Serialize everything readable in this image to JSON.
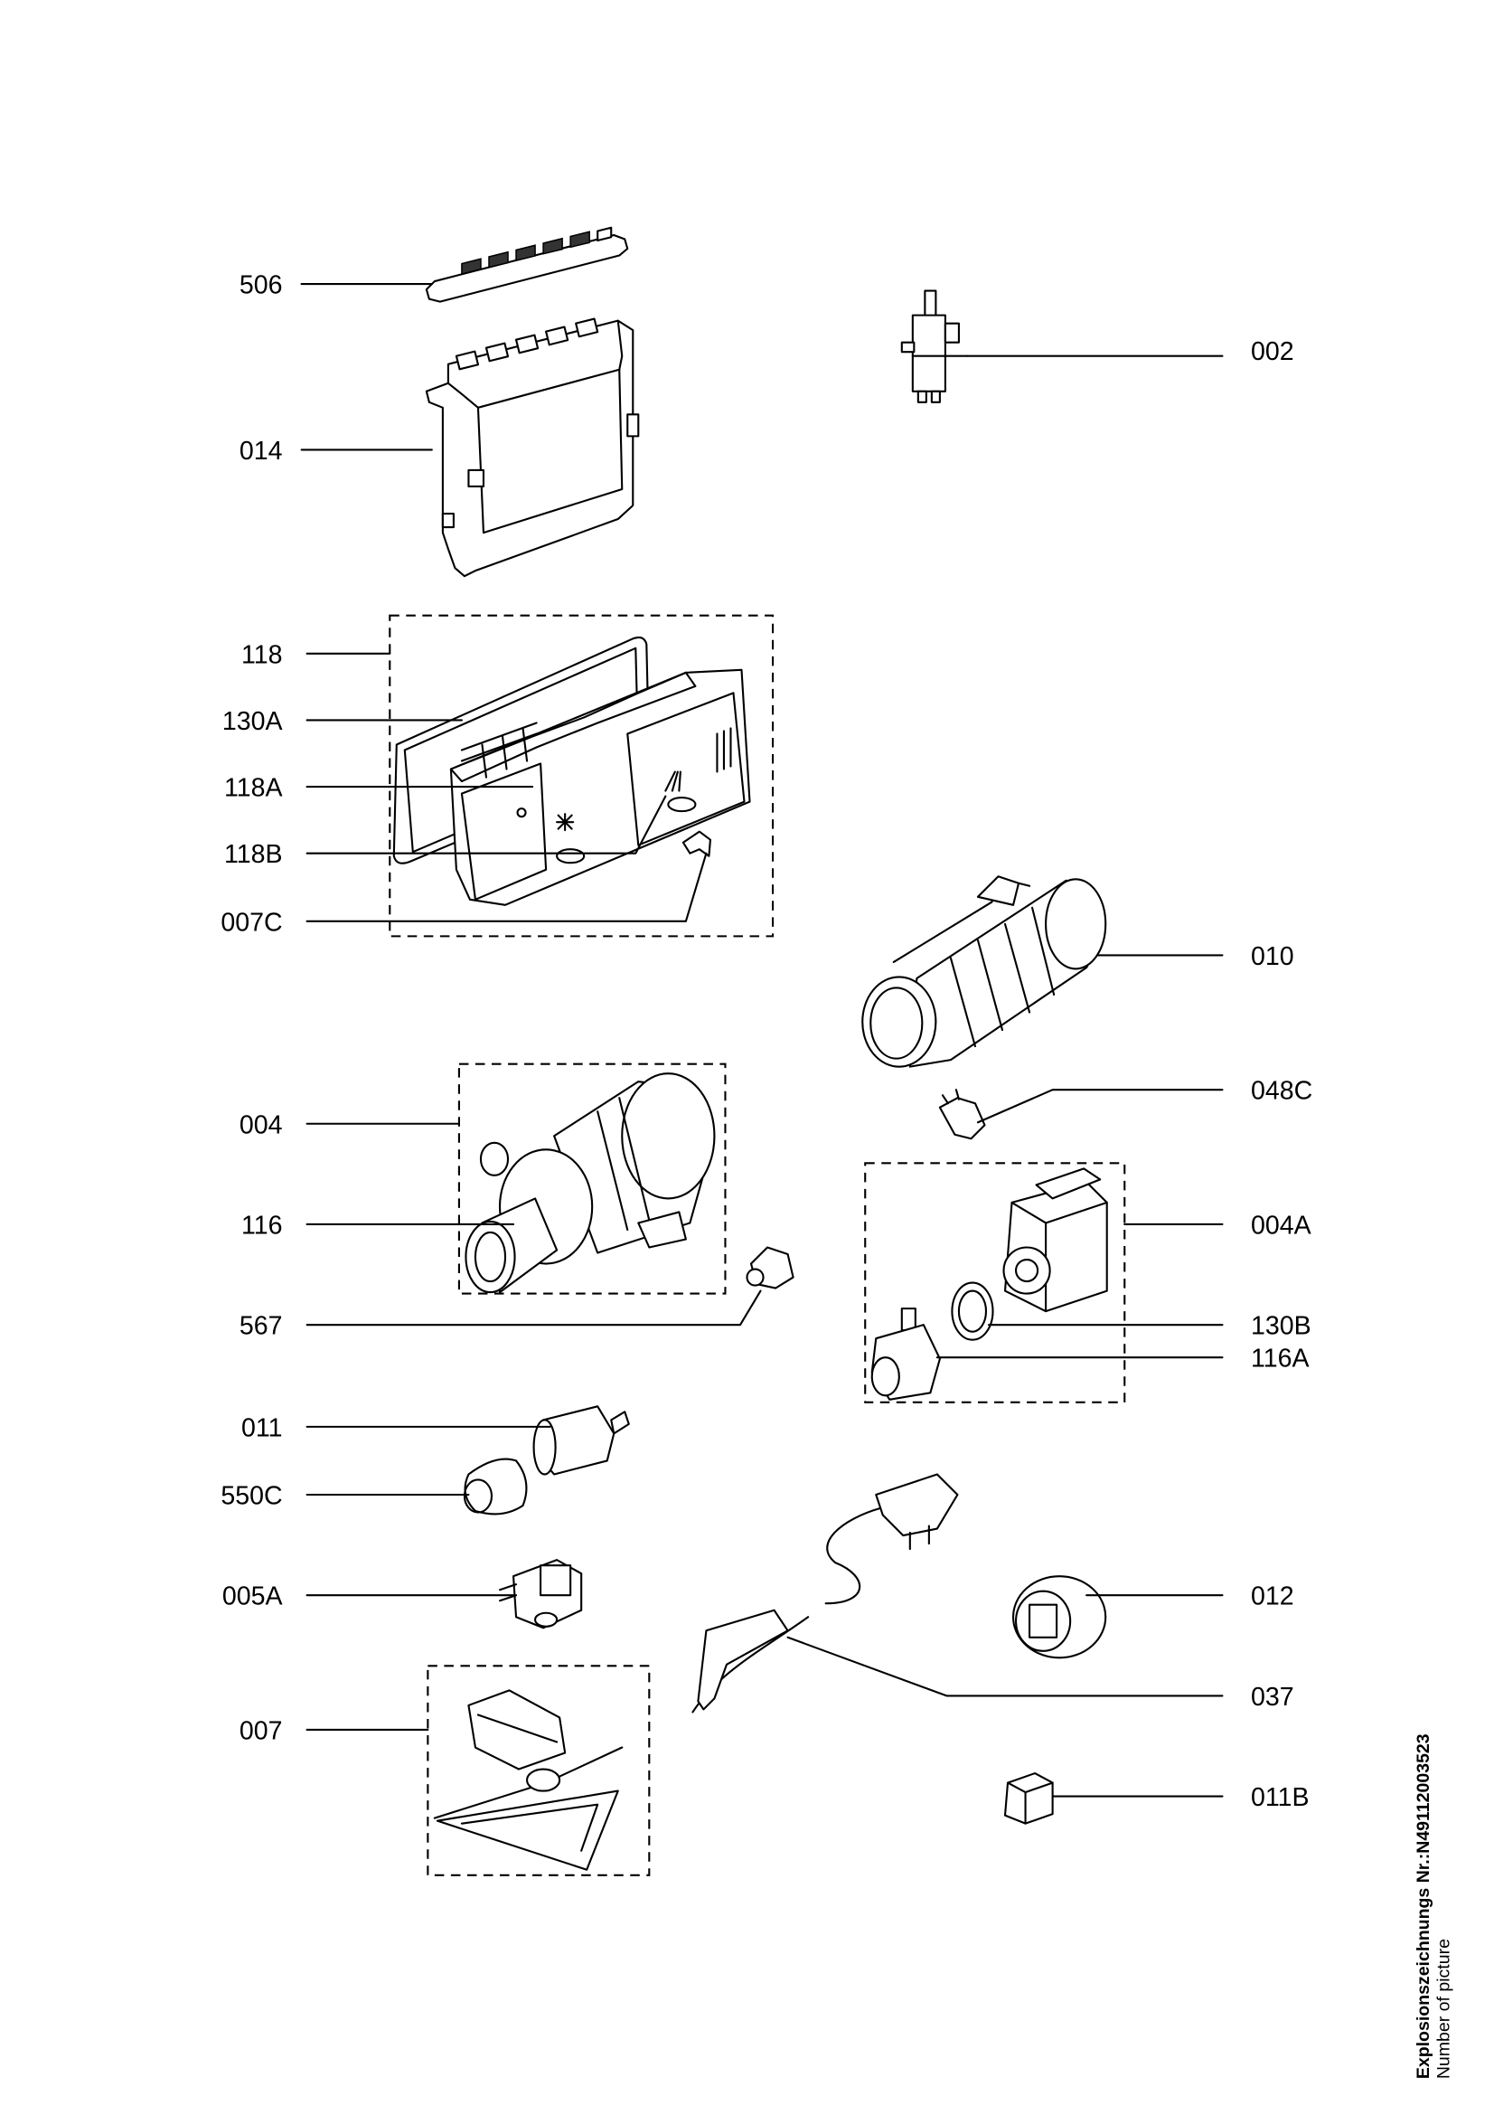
{
  "callouts_left": [
    "506",
    "014",
    "118",
    "130A",
    "118A",
    "118B",
    "007C",
    "004",
    "116",
    "567",
    "011",
    "550C",
    "005A",
    "007"
  ],
  "callouts_right": [
    "002",
    "010",
    "048C",
    "004A",
    "130B",
    "116A",
    "012",
    "037",
    "011B"
  ],
  "footer": {
    "drawing_number": "Explosionszeichnungs Nr.:N49112003523",
    "caption": "Number of picture"
  }
}
